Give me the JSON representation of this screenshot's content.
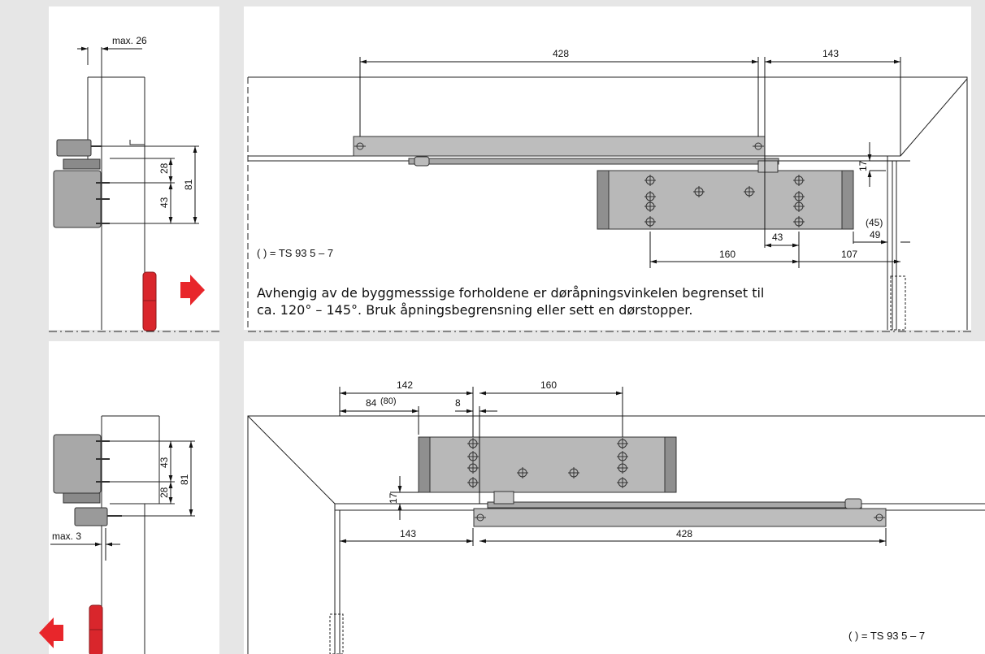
{
  "top_view": {
    "max_label": "max. 26",
    "side_dims": {
      "d28": "28",
      "d43": "43",
      "d81": "81"
    },
    "dims": {
      "d428": "428",
      "d143": "143",
      "d17": "17",
      "d43": "43",
      "d45": "(45)",
      "d49": "49",
      "d160": "160",
      "d107": "107"
    },
    "legend": "( ) = TS 93 5 – 7",
    "note_line1": "Avhengig av de byggmesssige forholdene er døråpningsvinkelen begrenset til",
    "note_line2": "ca. 120° – 145°. Bruk åpningsbegrensning eller sett en dørstopper.",
    "arrow_direction": "right"
  },
  "bottom_view": {
    "max_label": "max. 3",
    "side_dims": {
      "d43": "43",
      "d28": "28",
      "d81": "81"
    },
    "dims": {
      "d142": "142",
      "d160": "160",
      "d84": "84",
      "d80": "(80)",
      "d8": "8",
      "d17": "17",
      "d143": "143",
      "d428": "428"
    },
    "legend": "( ) = TS 93 5 – 7",
    "arrow_direction": "left"
  },
  "colors": {
    "background": "#e6e6e6",
    "panel": "#ffffff",
    "closer_body": "#b8b8b8",
    "closer_dark": "#8f8f8f",
    "hinge": "#d9262c",
    "arrow": "#e8262b",
    "line": "#222222"
  }
}
